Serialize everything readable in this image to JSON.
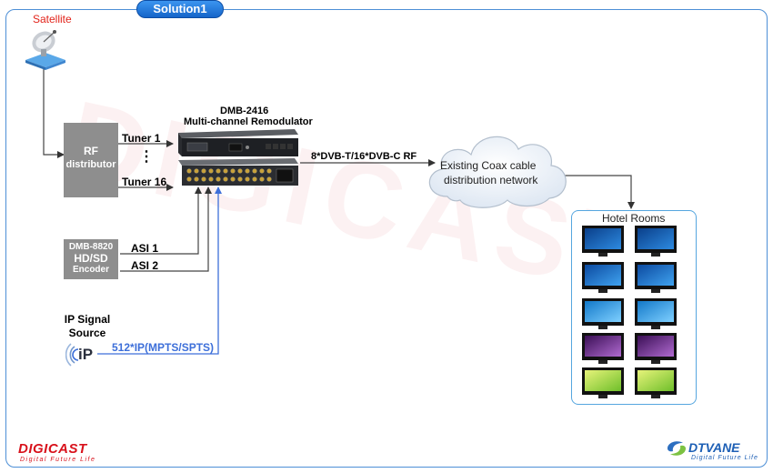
{
  "header": {
    "solution_label": "Solution1"
  },
  "satellite": {
    "label": "Satellite",
    "icon": "satellite-dish-icon"
  },
  "rf_distributor": {
    "line1": "RF",
    "line2": "distributor"
  },
  "tuners": {
    "first": "Tuner 1",
    "dots": "⋮",
    "last": "Tuner 16"
  },
  "remodulator": {
    "model": "DMB-2416",
    "name": "Multi-channel Remodulator"
  },
  "encoder": {
    "model": "DMB-8820",
    "line2": "HD/SD",
    "line3": "Encoder"
  },
  "asi": {
    "first": "ASI 1",
    "second": "ASI 2"
  },
  "ip_source": {
    "line1": "IP Signal",
    "line2": "Source",
    "stream": "512*IP(MPTS/SPTS)",
    "icon_text": "iP"
  },
  "rf_output": {
    "label": "8*DVB-T/16*DVB-C RF"
  },
  "cloud": {
    "line1": "Existing Coax cable",
    "line2": "distribution network"
  },
  "hotel": {
    "title": "Hotel Rooms"
  },
  "brands": {
    "left_logo": "DIGICAST",
    "left_tagline": "Digital Future Life",
    "right_logo": "DTVANE",
    "right_tagline": "Digital Future Life"
  },
  "watermark": "DIGICAST",
  "colors": {
    "frame": "#4d8fd6",
    "pill": "#1e7be0",
    "satellite_label": "#e2231a",
    "ip_line": "#3d6fd9",
    "gray_box": "#8e8e8e",
    "digicast_red": "#d8111b",
    "dtvane_blue": "#1d5fb5"
  }
}
